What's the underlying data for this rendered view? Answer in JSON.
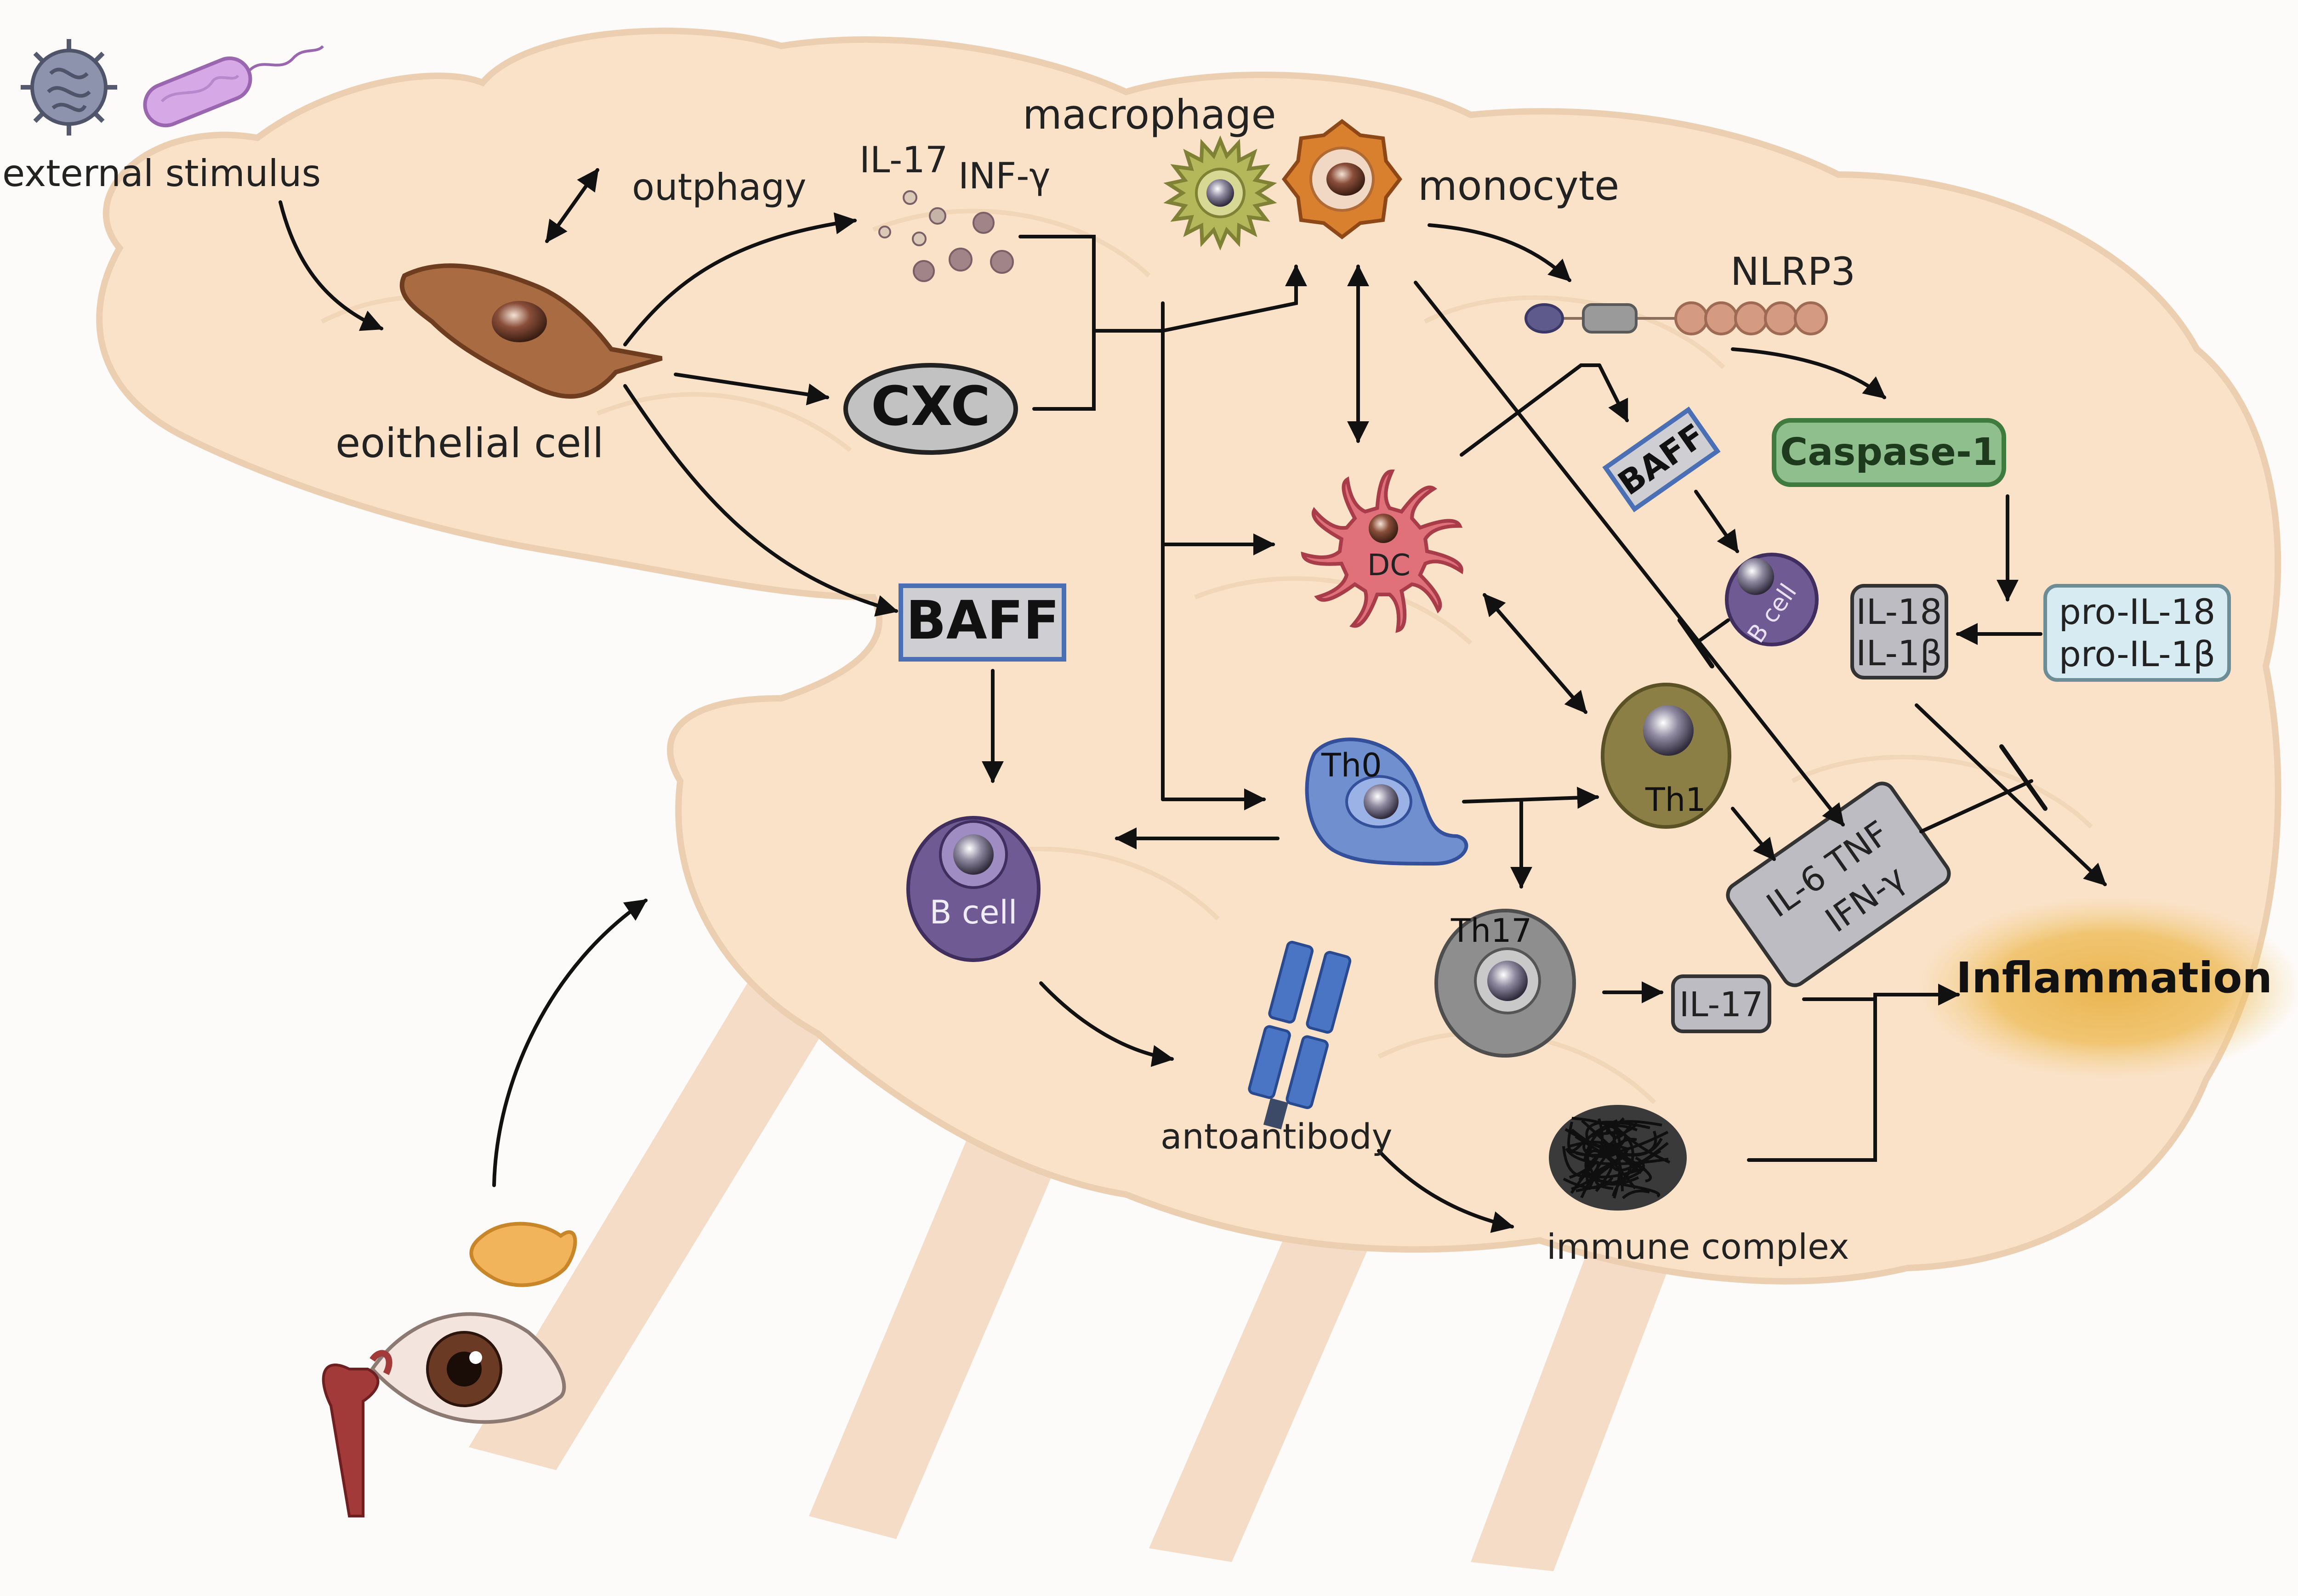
{
  "labels": {
    "external_stimulus": "external stimulus",
    "outphagy": "outphagy",
    "il17_top": "IL-17",
    "inf_gamma": "INF-γ",
    "macrophage": "macrophage",
    "monocyte": "monocyte",
    "nlrp3": "NLRP3",
    "epithelial_cell": "eoithelial cell",
    "cxc": "CXC",
    "baff_main": "BAFF",
    "baff_small": "BAFF",
    "dc": "DC",
    "b_cell_small": "B cell",
    "caspase1": "Caspase-1",
    "il18": "IL-18",
    "il1b": "IL-1β",
    "pro_il18": "pro-IL-18",
    "pro_il1b": "pro-IL-1β",
    "th0": "Th0",
    "th1": "Th1",
    "th17": "Th17",
    "b_cell_main": "B cell",
    "il6_tnf": "IL-6  TNF",
    "ifn_gamma": "IFN-γ",
    "il17_bottom": "IL-17",
    "inflammation": "Inflammation",
    "autoantibody": "antoantibody",
    "immune_complex": "immune complex"
  },
  "colors": {
    "gland": "#f9e2c8",
    "gland_outline": "#eccfb0",
    "arrow": "#111111",
    "cxc_fill": "#bdbdbd",
    "baff_fill": "#cfcfd3",
    "baff_border": "#4a6fb5",
    "caspase_fill": "#8fbf8d",
    "box_gray": "#bdbcc2",
    "box_light_blue": "#d6ecf2",
    "inflammation_glow": "#e9b24a",
    "b_cell": "#6f5a93",
    "th0": "#6f8fcf",
    "th1": "#8c7f45",
    "th17": "#8e8e8e",
    "dc": "#e0707a",
    "macrophage": "#b5b85a",
    "monocyte": "#c8702e",
    "epithelial": "#9a5a35"
  }
}
